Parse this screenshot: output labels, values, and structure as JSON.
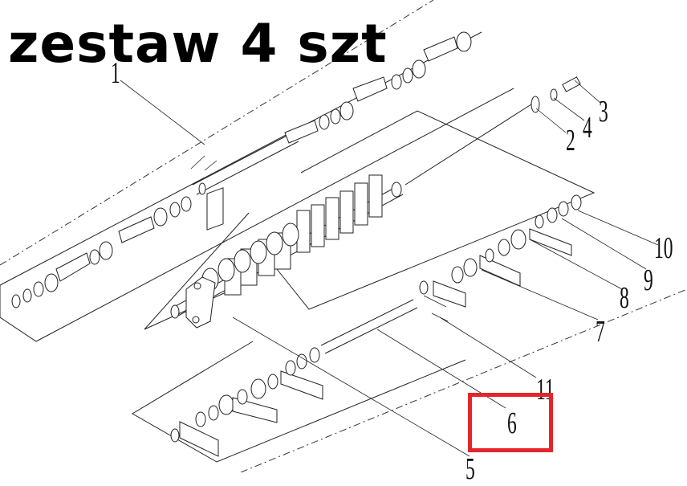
{
  "title": "zestaw 4 szt",
  "part_labels": {
    "p1": "1",
    "p2": "2",
    "p3": "3",
    "p4": "4",
    "p5": "5",
    "p6": "6",
    "p7": "7",
    "p8": "8",
    "p9": "9",
    "p10": "10",
    "p11": "11"
  },
  "highlight_color": "#e3262b"
}
